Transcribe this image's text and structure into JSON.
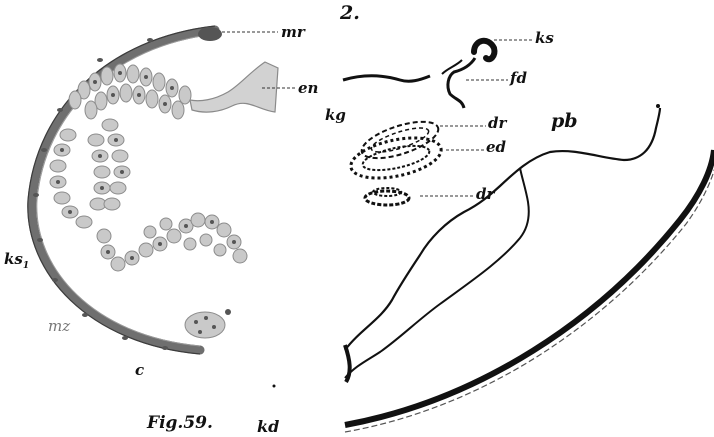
{
  "figure_left": {
    "number_label": "2.",
    "labels": {
      "mr": "mr",
      "en": "en",
      "ks1": "ks",
      "ks1_sub": "1",
      "mz": "mz",
      "c": "c"
    }
  },
  "figure_right": {
    "labels": {
      "ks": "ks",
      "fd": "fd",
      "kg": "kg",
      "dr_upper": "dr",
      "pb": "pb",
      "ed": "ed",
      "dr_lower": "dr"
    }
  },
  "caption": "Fig.59.",
  "bottom_label": "kd",
  "colors": {
    "ink": "#111111",
    "wall": "#777777",
    "cells": "#a5a5a5"
  }
}
